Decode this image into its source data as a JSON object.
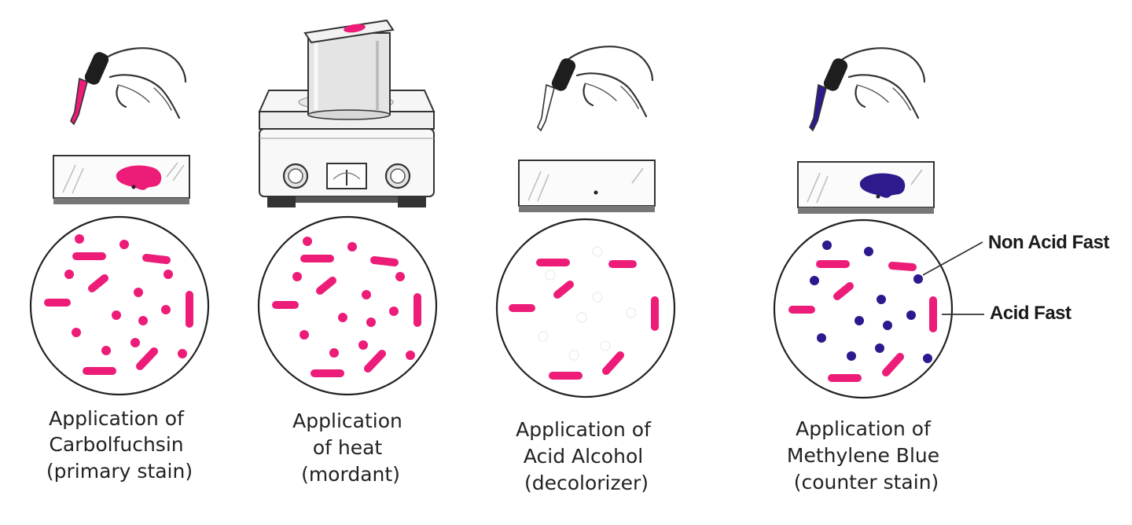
{
  "steps": [
    {
      "id": "primary",
      "caption_lines": [
        "Application of",
        "Carbolfuchsin",
        "(primary stain)"
      ],
      "dropper_color": "#ec1c78",
      "smear_color": "#ec1c78",
      "show_smear": true,
      "device": "dropper"
    },
    {
      "id": "mordant",
      "caption_lines": [
        "Application",
        "of heat",
        "(mordant)"
      ],
      "device": "heater"
    },
    {
      "id": "decolorizer",
      "caption_lines": [
        "Application of",
        "Acid Alcohol",
        "(decolorizer)"
      ],
      "dropper_color": "#ffffff",
      "show_smear": false,
      "device": "dropper"
    },
    {
      "id": "counter",
      "caption_lines": [
        "Application of",
        "Methylene Blue",
        "(counter stain)"
      ],
      "dropper_color": "#2e1a8c",
      "smear_color": "#2e1a8c",
      "show_smear": true,
      "device": "dropper"
    }
  ],
  "labels": {
    "non_acid_fast": "Non Acid Fast",
    "acid_fast": "Acid Fast"
  },
  "colors": {
    "acid_fast_pink": "#ec1c78",
    "non_acid_fast_blue": "#2a1a8e",
    "outline": "#333333"
  }
}
